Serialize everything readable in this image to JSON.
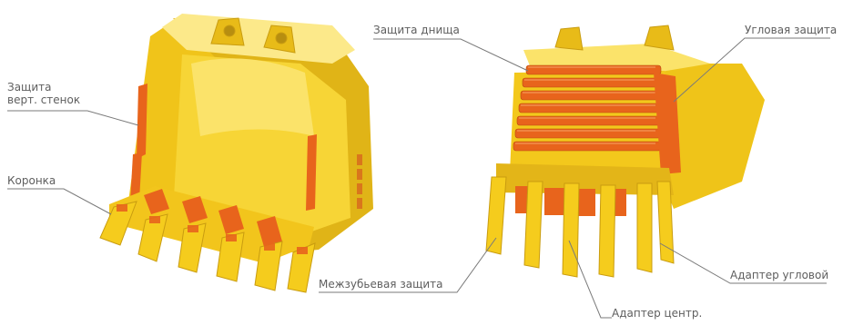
{
  "colors": {
    "body": "#f5cc1d",
    "body_light": "#fbe36a",
    "body_dark": "#caa012",
    "wear": "#e8641c",
    "wear_dark": "#b7480f",
    "leader": "#7a7a7a",
    "text": "#5e5e5e"
  },
  "labels": {
    "side_wall": "Защита\nверт. стенок",
    "tooth": "Коронка",
    "bottom": "Защита днища",
    "corner": "Угловая защита",
    "inter_tooth": "Межзубьевая защита",
    "adapter_center": "Адаптер центр.",
    "adapter_corner": "Адаптер угловой"
  }
}
